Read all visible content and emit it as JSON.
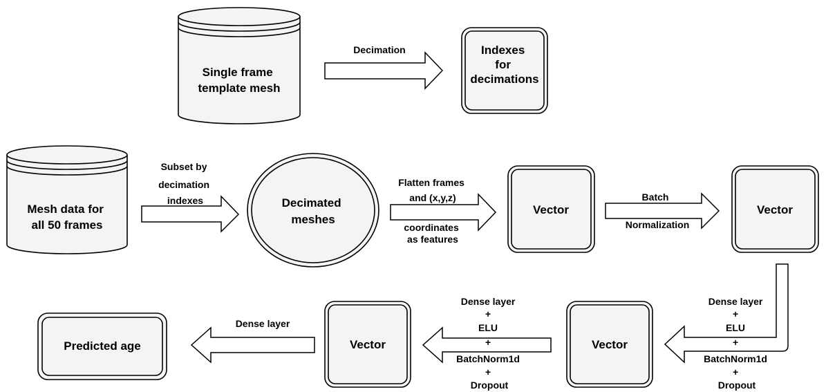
{
  "nodes": {
    "template_mesh": [
      "Single frame",
      "template mesh"
    ],
    "indexes": [
      "Indexes",
      "for",
      "decimations"
    ],
    "mesh_data": [
      "Mesh data for",
      "all 50 frames"
    ],
    "decimated": [
      "Decimated",
      "meshes"
    ],
    "vector1": [
      "Vector"
    ],
    "vector2": [
      "Vector"
    ],
    "vector3": [
      "Vector"
    ],
    "vector4": [
      "Vector"
    ],
    "predicted": [
      "Predicted age"
    ]
  },
  "edges": {
    "decimation": [
      "Decimation"
    ],
    "subset": [
      "Subset by",
      "decimation",
      "indexes"
    ],
    "flatten_top": [
      "Flatten frames",
      "and (x,y,z)"
    ],
    "flatten_bottom": [
      "coordinates",
      "as features"
    ],
    "batch_top": [
      "Batch"
    ],
    "batch_bottom": [
      "Normalization"
    ],
    "dense_right": [
      "Dense layer",
      "+",
      "ELU",
      "+",
      "BatchNorm1d",
      "+",
      "Dropout"
    ],
    "dense_mid": [
      "Dense layer",
      "+",
      "ELU",
      "+",
      "BatchNorm1d",
      "+",
      "Dropout"
    ],
    "dense_left": [
      "Dense layer"
    ]
  }
}
